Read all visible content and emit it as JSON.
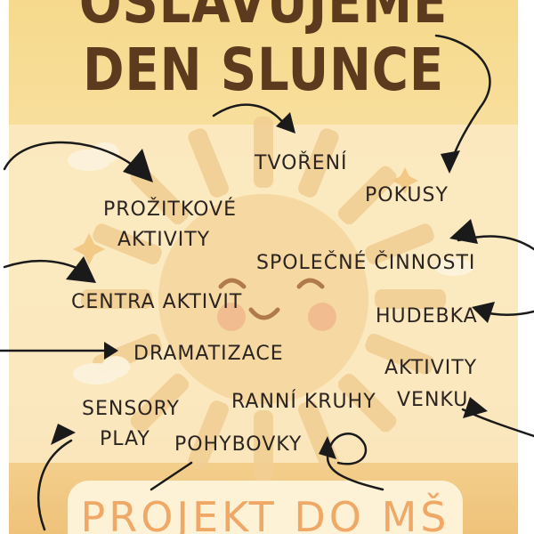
{
  "title": {
    "line1": "OSLAVUJEME",
    "line2": "DEN SLUNCE"
  },
  "activities": {
    "tvoreni": "TVOŘENÍ",
    "pokusy": "POKUSY",
    "prozitkove1": "PROŽITKOVÉ",
    "prozitkove2": "AKTIVITY",
    "spolecne": "SPOLEČNÉ ČINNOSTI",
    "centra": "CENTRA AKTIVIT",
    "hudebka": "HUDEBKA",
    "dramatizace": "DRAMATIZACE",
    "venku1": "AKTIVITY",
    "venku2": "VENKU",
    "sensory1": "SENSORY",
    "sensory2": "PLAY",
    "ranni": "RANNÍ KRUHY",
    "pohybovky": "POHYBOVKY"
  },
  "footer": {
    "label": "PROJEKT DO MŠ"
  },
  "colors": {
    "title": "#5b3a1e",
    "text": "#2b2420",
    "sun": "#f3c986",
    "footer_text": "#f0a866",
    "arrow": "#1a1a1a"
  },
  "icons": [
    "smiling-sun-icon",
    "arrow-icon",
    "cloud-icon",
    "sparkle-icon"
  ]
}
